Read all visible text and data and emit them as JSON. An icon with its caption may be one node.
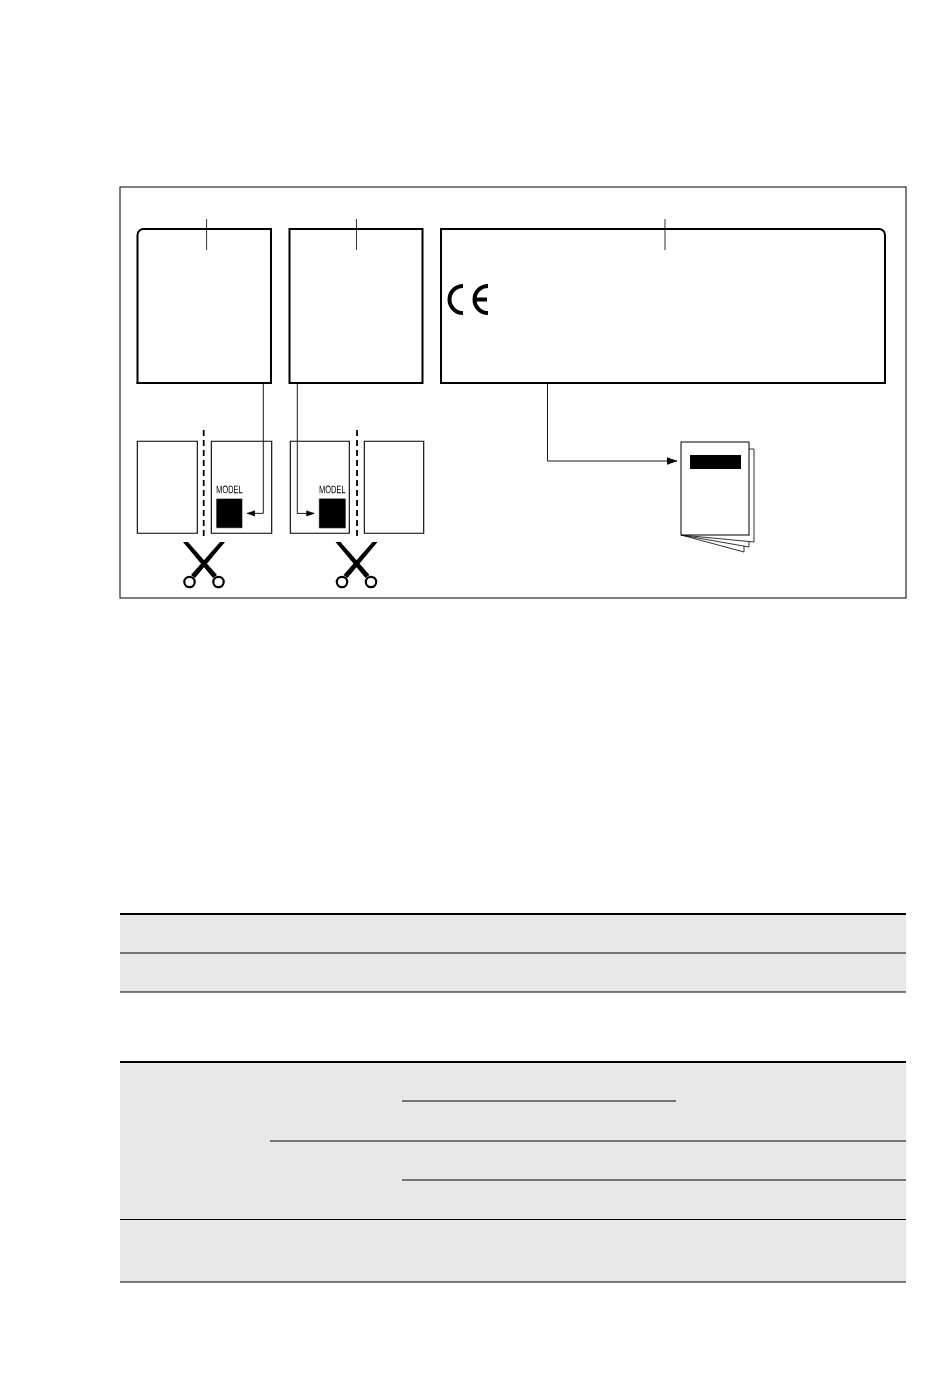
{
  "diagram": {
    "nodes": [
      {
        "text": [],
        "shape": "box"
      },
      {
        "text": [],
        "shape": "box"
      },
      {
        "text": [],
        "shape": "box"
      },
      {
        "text": [],
        "shape": "box"
      },
      {
        "text": [
          "MODEL"
        ]
      },
      {
        "text": [],
        "shape": "box",
        "in": 4
      },
      {
        "text": [
          "MODEL"
        ]
      },
      {
        "text": [],
        "shape": "box",
        "in": 6
      },
      {
        "text": [],
        "shape": "box"
      },
      {
        "text": [],
        "shape": "picture"
      }
    ],
    "edges": [
      {
        "from": 0,
        "to": 5,
        "arrow": "to"
      },
      {
        "from": 1,
        "to": 7,
        "arrow": "to"
      },
      {
        "from": 2,
        "to": 9,
        "arrow": "to"
      }
    ]
  }
}
